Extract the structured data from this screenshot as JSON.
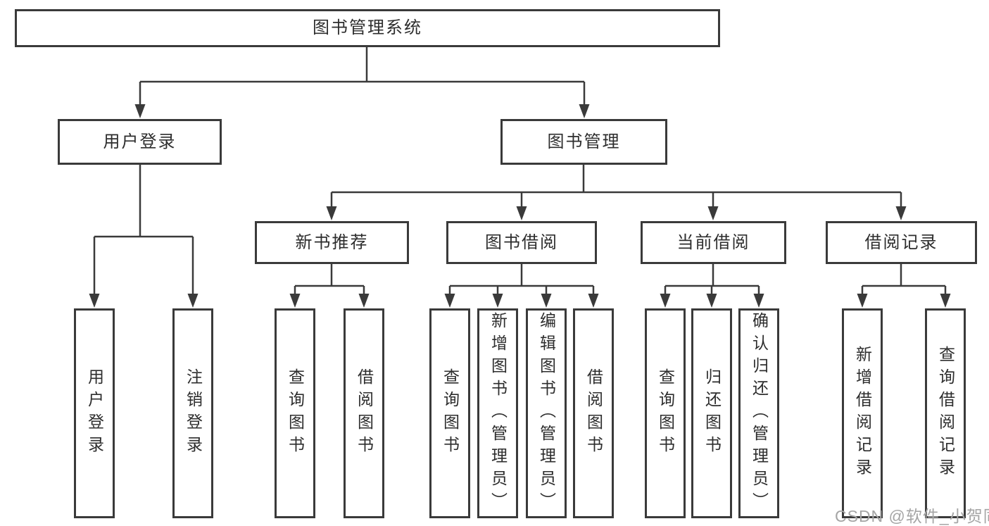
{
  "tree": {
    "root": {
      "label": "图书管理系统"
    },
    "branches": [
      {
        "label": "用户登录",
        "children": [
          {
            "label": "用户登录"
          },
          {
            "label": "注销登录"
          }
        ]
      },
      {
        "label": "图书管理",
        "children": [
          {
            "label": "新书推荐",
            "children": [
              {
                "label": "查询图书"
              },
              {
                "label": "借阅图书"
              }
            ]
          },
          {
            "label": "图书借阅",
            "children": [
              {
                "label": "查询图书"
              },
              {
                "label": "新增图书（管理员）"
              },
              {
                "label": "编辑图书（管理员）"
              },
              {
                "label": "借阅图书"
              }
            ]
          },
          {
            "label": "当前借阅",
            "children": [
              {
                "label": "查询图书"
              },
              {
                "label": "归还图书"
              },
              {
                "label": "确认归还（管理员）"
              }
            ]
          },
          {
            "label": "借阅记录",
            "children": [
              {
                "label": "新增借阅记录"
              },
              {
                "label": "查询借阅记录"
              }
            ]
          }
        ]
      }
    ]
  },
  "watermark": {
    "text": "CSDN @软件_小贺同学"
  },
  "colors": {
    "line": "#3a3a3a",
    "text": "#2d2d2d",
    "background": "#ffffff",
    "watermark": "#a5a5a5"
  }
}
